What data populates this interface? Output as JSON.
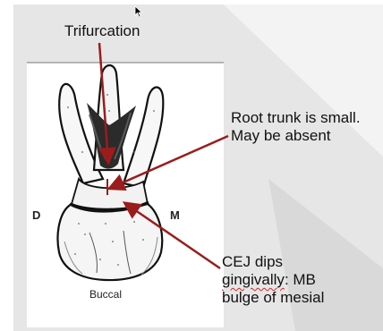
{
  "labels": {
    "trifurcation": "Trifurcation",
    "root_trunk_line1": "Root trunk is small.",
    "root_trunk_line2": "May be absent",
    "cej_line1": "CEJ dips",
    "cej_line2_word": "gingivally",
    "cej_line2_rest": ": MB",
    "cej_line3": "bulge of mesial",
    "distal": "D",
    "mesial": "M",
    "buccal": "Buccal"
  },
  "colors": {
    "arrow": "#9b1c1c",
    "backdrop": "#e3e3e3",
    "ink": "#111111"
  },
  "icons": {
    "cursor": "mouse-pointer-icon"
  }
}
